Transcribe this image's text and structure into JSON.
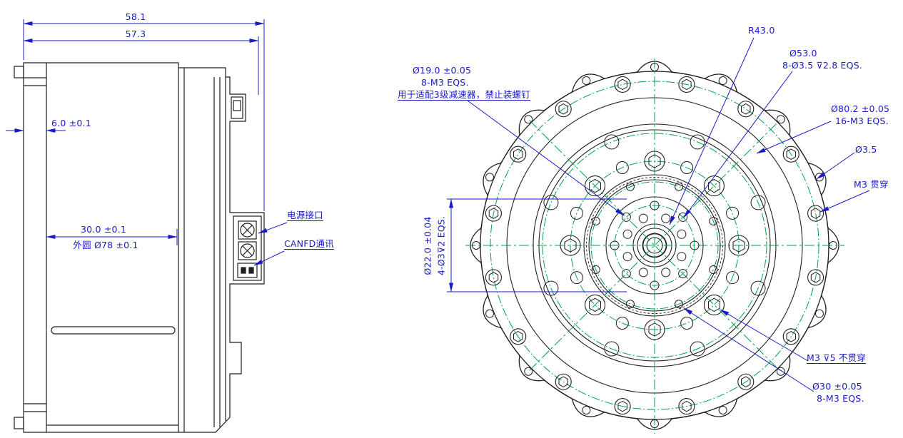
{
  "side_view": {
    "dims": {
      "total_length": "58.1",
      "inner_length": "57.3",
      "flange_thickness": "6.0 ±0.1",
      "body_length": "30.0 ±0.1",
      "outer_circle": "外圆 Ø78 ±0.1"
    },
    "labels": {
      "power": "电源接口",
      "canfd": "CANFD通讯"
    }
  },
  "front_view": {
    "callouts": {
      "r43": "R43.0",
      "d53": {
        "l1": "Ø53.0",
        "l2": "8-Ø3.5 ⊽2.8 EQS."
      },
      "d19": {
        "l1": "Ø19.0 ±0.05",
        "l2": "8-M3 EQS.",
        "l3": "用于适配3级减速器，禁止装螺钉"
      },
      "d80": {
        "l1": "Ø80.2 ±0.05",
        "l2": "16-M3 EQS."
      },
      "d35": "Ø3.5",
      "m3_through": "M3 贯穿",
      "m3_blind": "M3 ⊽5 不贯穿",
      "d30": {
        "l1": "Ø30 ±0.05",
        "l2": "8-M3 EQS."
      },
      "d22": {
        "l1": "Ø22.0 ±0.04",
        "l2": "4-Ø3⊽2 EQS."
      }
    }
  },
  "colors": {
    "dimension": "#1a1ac8",
    "geometry": "#1f1f1f",
    "centerline": "#00a14b"
  }
}
